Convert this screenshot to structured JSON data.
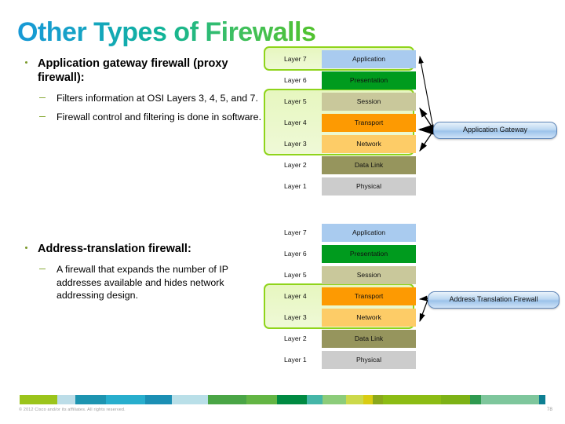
{
  "slide": {
    "title": "Other Types of Firewalls",
    "title_gradient": [
      "#1899d6",
      "#52c22e"
    ]
  },
  "content": {
    "bullets": [
      {
        "heading": "Application gateway firewall (proxy firewall):",
        "sub": [
          "Filters information at OSI Layers 3, 4, 5, and 7.",
          "Firewall control and filtering is done in software."
        ]
      },
      {
        "heading": "Address-translation firewall:",
        "sub": [
          "A firewall that expands the number of IP addresses available and hides network addressing design."
        ]
      }
    ]
  },
  "diagrams": [
    {
      "name": "application-gateway-osi-stack",
      "callout": "Application Gateway",
      "layers": [
        {
          "label": "Layer 7",
          "name": "Application",
          "color": "#a9cbef"
        },
        {
          "label": "Layer 6",
          "name": "Presentation",
          "color": "#009b1e"
        },
        {
          "label": "Layer 5",
          "name": "Session",
          "color": "#c9c89b"
        },
        {
          "label": "Layer 4",
          "name": "Transport",
          "color": "#fd9a02"
        },
        {
          "label": "Layer 3",
          "name": "Network",
          "color": "#fdcc67"
        },
        {
          "label": "Layer 2",
          "name": "Data Link",
          "color": "#96955d"
        },
        {
          "label": "Layer 1",
          "name": "Physical",
          "color": "#cccccc"
        }
      ],
      "highlighted_layers": [
        "Layer 7",
        "Layer 5",
        "Layer 4",
        "Layer 3"
      ],
      "highlight_color": "#8fd41b"
    },
    {
      "name": "address-translation-osi-stack",
      "callout": "Address Translation Firewall",
      "layers": [
        {
          "label": "Layer 7",
          "name": "Application",
          "color": "#a9cbef"
        },
        {
          "label": "Layer 6",
          "name": "Presentation",
          "color": "#009b1e"
        },
        {
          "label": "Layer 5",
          "name": "Session",
          "color": "#c9c89b"
        },
        {
          "label": "Layer 4",
          "name": "Transport",
          "color": "#fd9a02"
        },
        {
          "label": "Layer 3",
          "name": "Network",
          "color": "#fdcc67"
        },
        {
          "label": "Layer 2",
          "name": "Data Link",
          "color": "#96955d"
        },
        {
          "label": "Layer 1",
          "name": "Physical",
          "color": "#cccccc"
        }
      ],
      "highlighted_layers": [
        "Layer 4",
        "Layer 3"
      ],
      "highlight_color": "#8fd41b"
    }
  ],
  "footer": {
    "copyright": "© 2012 Cisco and/or its affiliates. All rights reserved.",
    "page_number": "78",
    "color_bar": [
      {
        "color": "#9bc41b",
        "flex": 96
      },
      {
        "color": "#bcdde8",
        "flex": 46
      },
      {
        "color": "#1d94b0",
        "flex": 78
      },
      {
        "color": "#28aecd",
        "flex": 100
      },
      {
        "color": "#1b8fb4",
        "flex": 70
      },
      {
        "color": "#b9dfe8",
        "flex": 92
      },
      {
        "color": "#4aa546",
        "flex": 98
      },
      {
        "color": "#63b544",
        "flex": 78
      },
      {
        "color": "#008a42",
        "flex": 76
      },
      {
        "color": "#45b6a8",
        "flex": 40
      },
      {
        "color": "#8ccc7a",
        "flex": 60
      },
      {
        "color": "#ccd94a",
        "flex": 44
      },
      {
        "color": "#d9cc12",
        "flex": 24
      },
      {
        "color": "#8aa81b",
        "flex": 26
      },
      {
        "color": "#8cbc14",
        "flex": 150
      },
      {
        "color": "#7db216",
        "flex": 74
      },
      {
        "color": "#2f9a50",
        "flex": 28
      },
      {
        "color": "#7ec69c",
        "flex": 148
      },
      {
        "color": "#0d7f92",
        "flex": 16
      }
    ]
  }
}
